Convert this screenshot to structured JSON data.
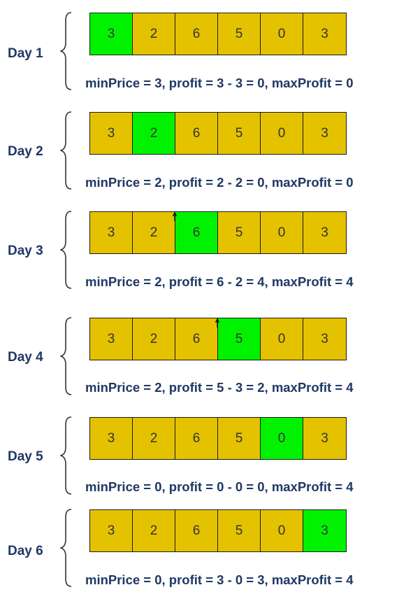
{
  "colors": {
    "cell": "#e5c200",
    "active": "#00f200",
    "text": "#1f3864"
  },
  "days": [
    {
      "label": "Day 1",
      "prices": [
        "3",
        "2",
        "6",
        "5",
        "0",
        "3"
      ],
      "active_index": 0,
      "formula": "minPrice = 3, profit = 3 - 3 = 0, maxProfit = 0"
    },
    {
      "label": "Day 2",
      "prices": [
        "3",
        "2",
        "6",
        "5",
        "0",
        "3"
      ],
      "active_index": 1,
      "formula": "minPrice = 2, profit = 2 - 2 = 0, maxProfit = 0"
    },
    {
      "label": "Day 3",
      "prices": [
        "3",
        "2",
        "6",
        "5",
        "0",
        "3"
      ],
      "active_index": 2,
      "formula": "minPrice = 2, profit = 6 - 2 = 4, maxProfit = 4"
    },
    {
      "label": "Day 4",
      "prices": [
        "3",
        "2",
        "6",
        "5",
        "0",
        "3"
      ],
      "active_index": 3,
      "formula": "minPrice = 2, profit = 5 - 3 = 2, maxProfit = 4"
    },
    {
      "label": "Day 5",
      "prices": [
        "3",
        "2",
        "6",
        "5",
        "0",
        "3"
      ],
      "active_index": 4,
      "formula": "minPrice = 0, profit = 0 - 0 = 0, maxProfit = 4"
    },
    {
      "label": "Day 6",
      "prices": [
        "3",
        "2",
        "6",
        "5",
        "0",
        "3"
      ],
      "active_index": 5,
      "formula": "minPrice = 0, profit = 3 - 0 = 3, maxProfit = 4"
    }
  ]
}
